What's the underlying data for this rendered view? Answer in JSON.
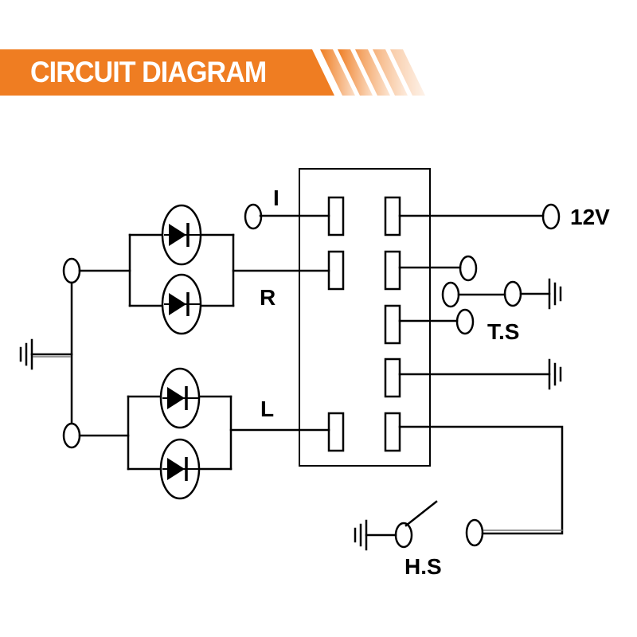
{
  "banner": {
    "title": "CIRCUIT DIAGRAM",
    "color": "#ef7d22"
  },
  "labels": {
    "i": "I",
    "r": "R",
    "l": "L",
    "v12": "12V",
    "ts": "T.S",
    "hs": "H.S"
  },
  "colors": {
    "line": "#000000",
    "background": "#ffffff"
  }
}
